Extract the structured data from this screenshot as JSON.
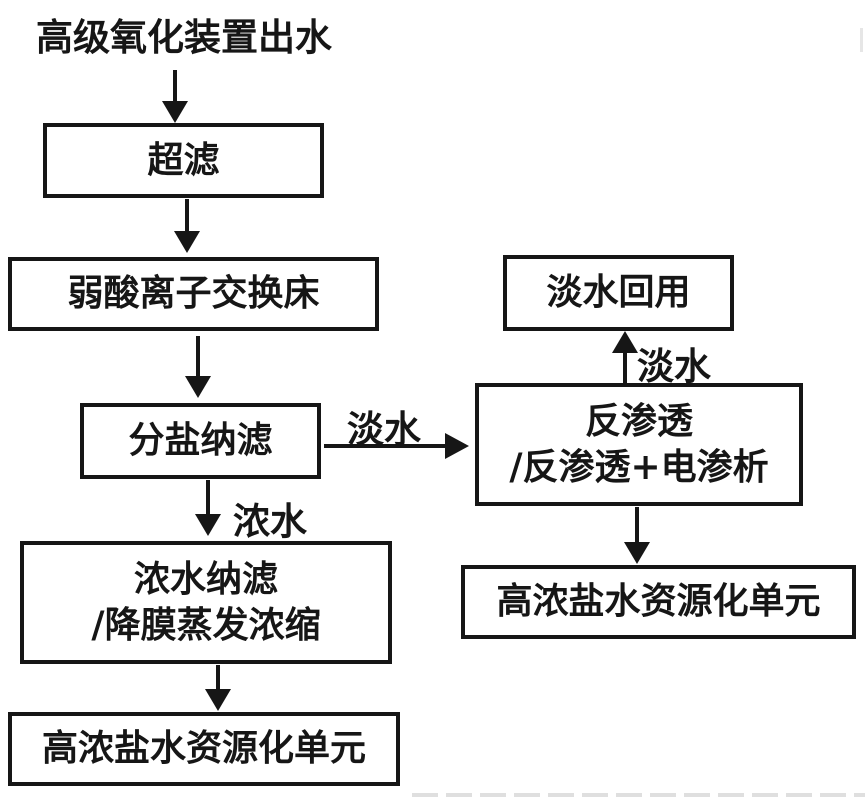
{
  "flowchart": {
    "title": "高级氧化装置出水",
    "nodes": {
      "ultrafiltration": {
        "label": "超滤"
      },
      "weak_acid_ion_exchange_bed": {
        "label": "弱酸离子交换床"
      },
      "salt_separation_nanofiltration": {
        "label": "分盐纳滤"
      },
      "concentrate_nf_evaporation": {
        "line1": "浓水纳滤",
        "line2": "/降膜蒸发浓缩"
      },
      "brine_resource_unit_left": {
        "label": "高浓盐水资源化单元"
      },
      "fresh_water_reuse": {
        "label": "淡水回用"
      },
      "reverse_osmosis_electrodialysis": {
        "line1": "反渗透",
        "line2": "/反渗透+电渗析"
      },
      "brine_resource_unit_right": {
        "label": "高浓盐水资源化单元"
      }
    },
    "edge_labels": {
      "nf_to_ro_fresh_water": "淡水",
      "nf_to_concentrate": "浓水",
      "ro_to_reuse_fresh_water": "淡水"
    },
    "colors": {
      "stroke": "#161616",
      "text": "#161616",
      "background": "#ffffff"
    }
  }
}
